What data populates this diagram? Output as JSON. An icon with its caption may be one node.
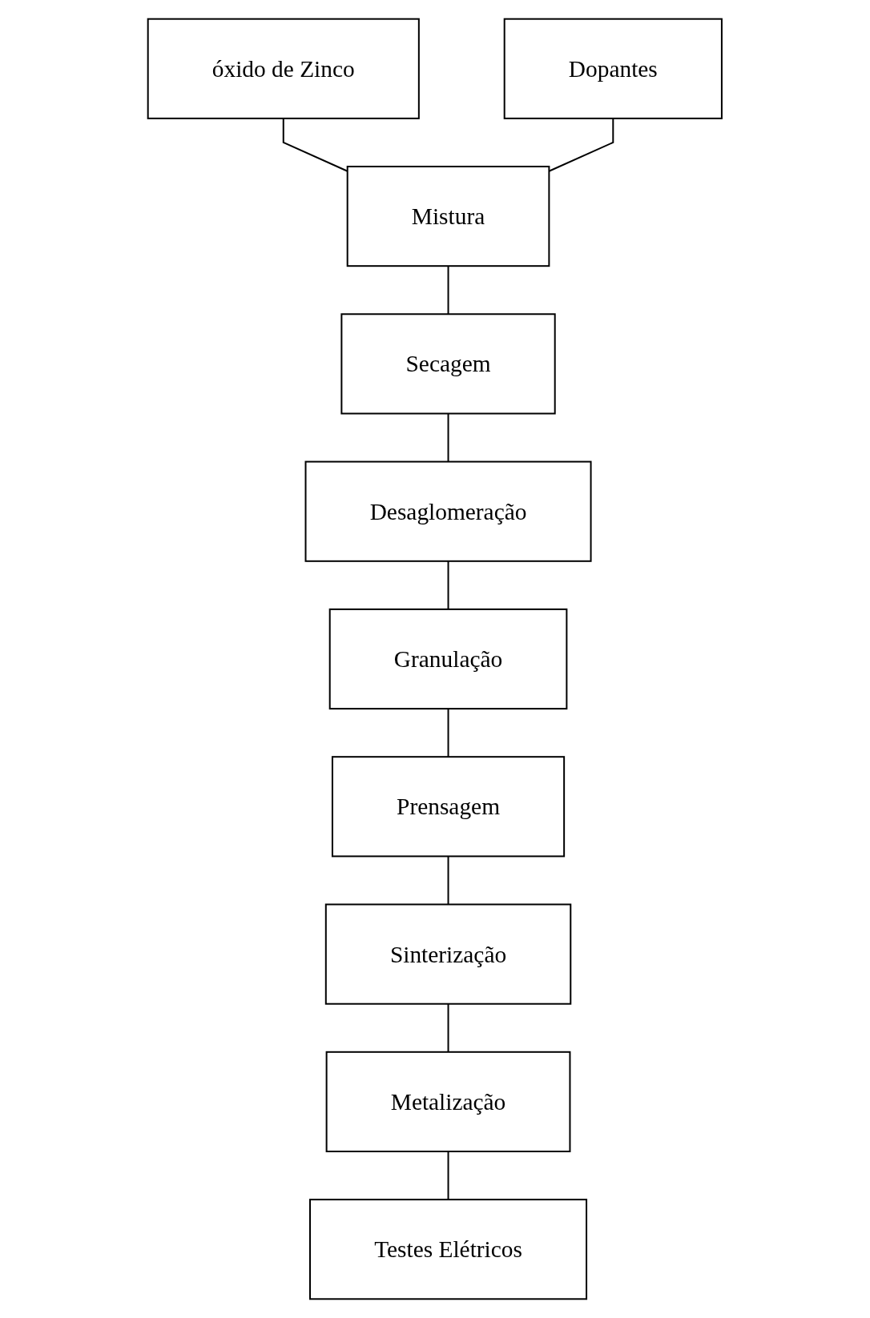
{
  "diagram": {
    "nodes": [
      {
        "text": [
          "óxido de Zinco"
        ]
      },
      {
        "text": [
          "Dopantes"
        ]
      },
      {
        "text": [
          "Mistura"
        ]
      },
      {
        "text": [
          "Secagem"
        ]
      },
      {
        "text": [
          "Desaglomeração"
        ]
      },
      {
        "text": [
          "Granulação"
        ]
      },
      {
        "text": [
          "Prensagem"
        ]
      },
      {
        "text": [
          "Sinterização"
        ]
      },
      {
        "text": [
          "Metalização"
        ]
      },
      {
        "text": [
          "Testes Elétricos"
        ]
      }
    ],
    "edges": [
      {
        "from": 0,
        "to": 2,
        "arrow": "none"
      },
      {
        "from": 1,
        "to": 2,
        "arrow": "none"
      },
      {
        "from": 2,
        "to": 3,
        "arrow": "none"
      },
      {
        "from": 3,
        "to": 4,
        "arrow": "none"
      },
      {
        "from": 4,
        "to": 5,
        "arrow": "none"
      },
      {
        "from": 5,
        "to": 6,
        "arrow": "none"
      },
      {
        "from": 6,
        "to": 7,
        "arrow": "none"
      },
      {
        "from": 7,
        "to": 8,
        "arrow": "none"
      },
      {
        "from": 8,
        "to": 9,
        "arrow": "none"
      }
    ]
  }
}
